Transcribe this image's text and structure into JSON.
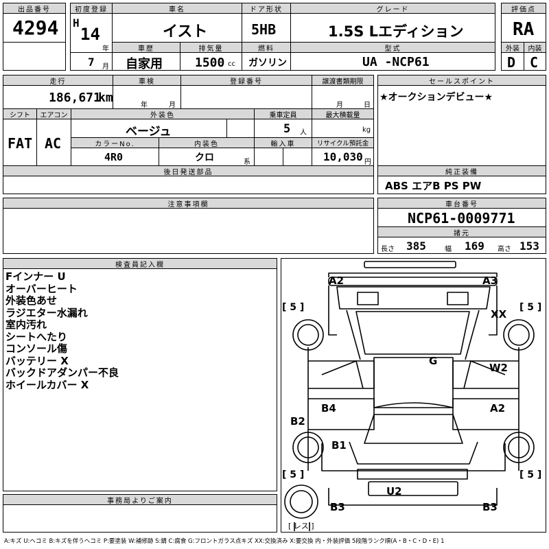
{
  "headers": {
    "lot": "出品番号",
    "first_reg": "初度登録",
    "car_name": "車名",
    "door": "ドア形状",
    "grade": "グレード",
    "score": "評価点",
    "history": "車歴",
    "displacement": "排気量",
    "fuel": "燃料",
    "model": "型式",
    "exterior": "外装",
    "interior": "内装",
    "mileage": "走行",
    "inspection": "車検",
    "reg_no": "登録番号",
    "transfer": "譲渡書類期限",
    "sales_point": "セールスポイント",
    "shift": "シフト",
    "aircon": "エアコン",
    "ext_color": "外装色",
    "capacity": "乗車定員",
    "max_load": "最大積載量",
    "color_no": "カラーNo.",
    "int_color": "内装色",
    "import": "輸入車",
    "recycle": "リサイクル預託金",
    "later_parts": "後日発送部品",
    "genuine": "純正装備",
    "notes": "注意事項欄",
    "chassis_no": "車台番号",
    "dims": "諸元",
    "inspector": "検査員記入欄",
    "office": "事務局よりご案内"
  },
  "car": {
    "lot": "4294",
    "era": "H",
    "year": "14",
    "year_unit": "年",
    "month": "7",
    "month_unit": "月",
    "name": "イスト",
    "door": "5HB",
    "grade": "1.5S Lエディション",
    "score": "RA",
    "history": "自家用",
    "displacement": "1500",
    "displacement_unit": "cc",
    "fuel": "ガソリン",
    "model": "UA -NCP61",
    "exterior_grade": "D",
    "interior_grade": "C",
    "mileage": "186,671",
    "mileage_unit": "km",
    "insp_year_unit": "年",
    "insp_month_unit": "月",
    "transfer_month_unit": "月",
    "transfer_day_unit": "日",
    "sales_point": "★オークションデビュー★",
    "shift": "FAT",
    "aircon": "AC",
    "ext_color": "ベージュ",
    "capacity": "5",
    "capacity_unit": "人",
    "max_load_unit": "kg",
    "color_no": "4R0",
    "int_color": "クロ",
    "int_color_unit": "系",
    "recycle": "10,030",
    "recycle_unit": "円",
    "genuine": "ABS エアB PS PW",
    "chassis_no": "NCP61-0009771",
    "len_label": "長さ",
    "len": "385",
    "wid_label": "幅",
    "wid": "169",
    "hgt_label": "高さ",
    "hgt": "153"
  },
  "inspector_notes": [
    "Fインナー U",
    "オーバーヒート",
    "外装色あせ",
    "ラジエター水漏れ",
    "室内汚れ",
    "シートへたり",
    "コンソール傷",
    "バッテリー X",
    "バックドアダンパー不良",
    "ホイールカバー X"
  ],
  "diagram": {
    "A2_front": "A2",
    "A3_front": "A3",
    "XX": "XX",
    "G": "G",
    "W2": "W2",
    "B4": "B4",
    "A2_right": "A2",
    "B2": "B2",
    "B1": "B1",
    "U2": "U2",
    "B3_left": "B3",
    "B3_right": "B3",
    "tire_fl": "[ 5 ]",
    "tire_fr": "[ 5 ]",
    "tire_rl": "[ 5 ]",
    "tire_rr": "[ 5 ]",
    "spare": "[ レス ]"
  },
  "legend": "A:キズ U:ヘコミ B:キズを伴うヘコミ P:要塗装 W:補修跡 S:錆 C:腐食 G:フロントガラス点キズ XX:交換済み X:要交換 内・外装評価 5段階ランク順(A・B・C・D・E) 1"
}
